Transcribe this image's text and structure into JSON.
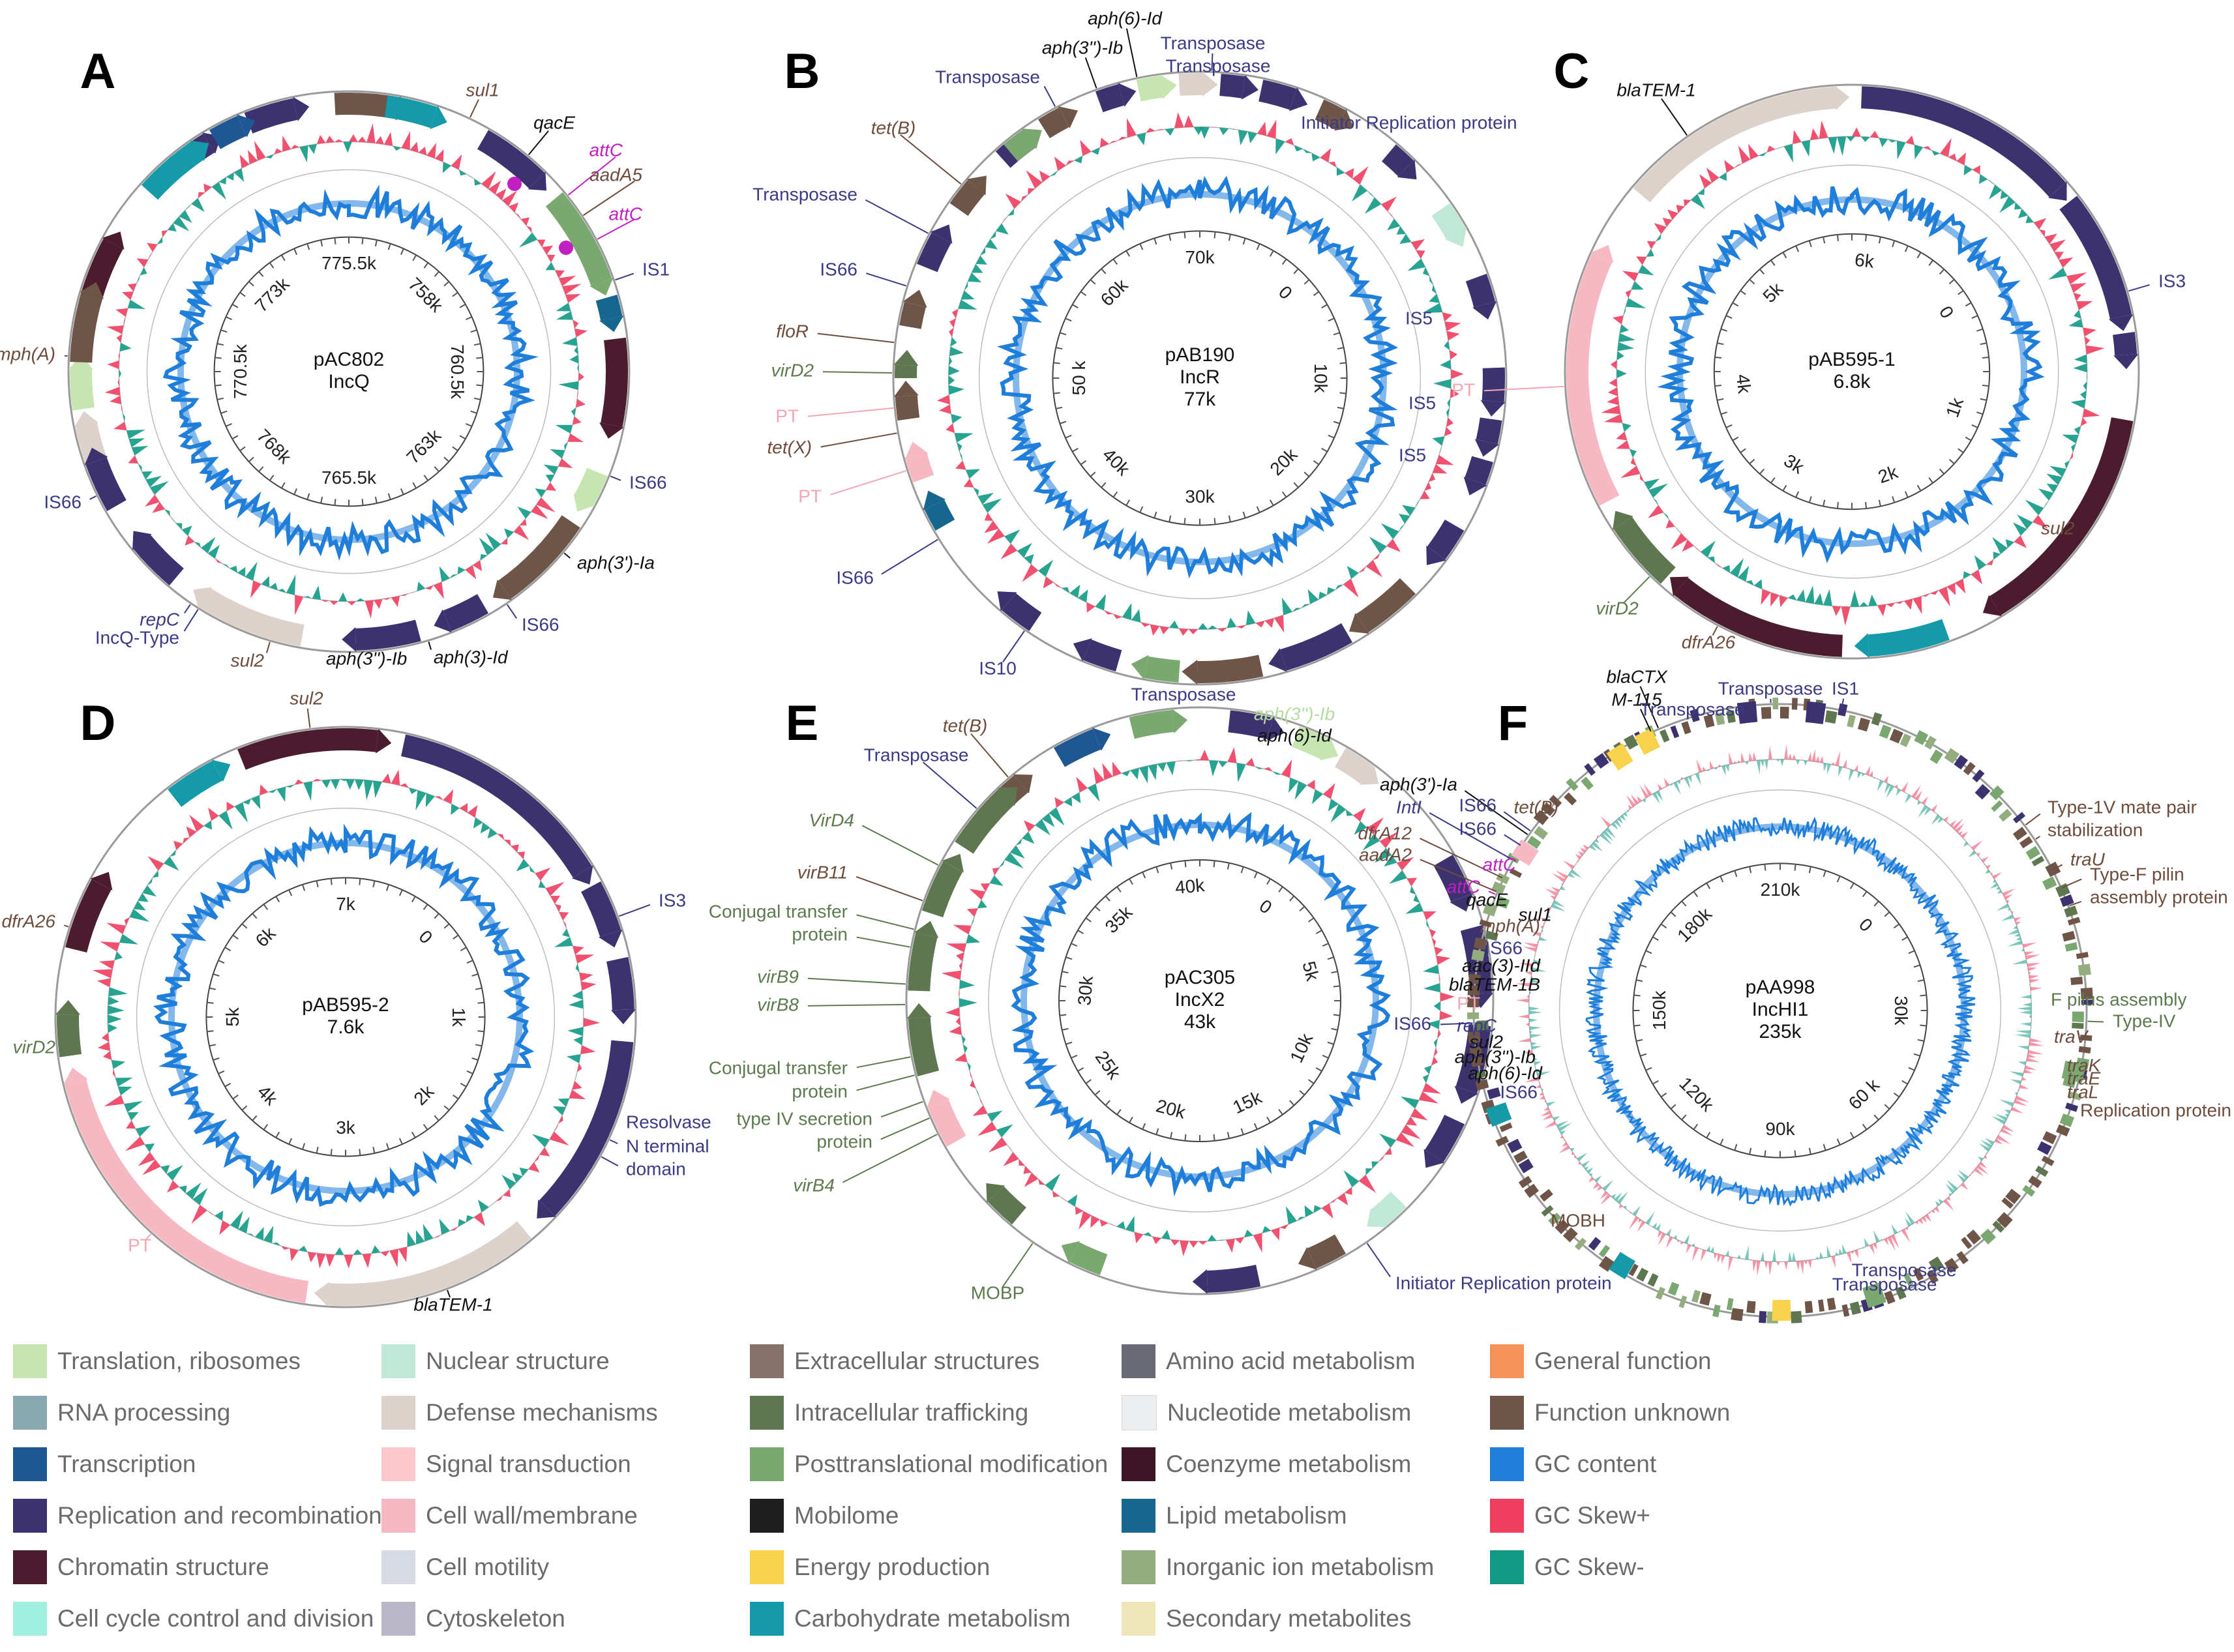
{
  "colors": {
    "replication": "#3d3270",
    "coenzyme": "#4a1c2e",
    "unknown": "#6e5548",
    "defense": "#ddd1cb",
    "translation": "#c7e5b0",
    "cellwall": "#f6b8c3",
    "carbohydrate": "#159aaa",
    "lipid": "#17668f",
    "transcription": "#1f5694",
    "intracellular": "#5f7750",
    "posttrans": "#7aa870",
    "nuclear": "#bfe8d6",
    "cellcycle": "#9ff0df",
    "energy": "#f7d24a",
    "inorganic": "#93ad7e",
    "gc": "#1f7ed9",
    "skewpos": "#ef3e5e",
    "skewneg": "#109985",
    "label_blue": "#3b3a85",
    "label_brown": "#6d4c3d",
    "label_green": "#5d7a4e",
    "label_pink": "#f4a6b3",
    "label_magenta": "#c21fc2",
    "label_black": "#111111"
  },
  "panels": [
    {
      "letter": "A",
      "name": "pAC802",
      "group": "IncQ",
      "size": "",
      "ticks": [
        "773k",
        "775.5k",
        "758k",
        "760.5k",
        "763k",
        "765.5k",
        "768k",
        "770.5k"
      ],
      "labels": [
        {
          "text": "sul1",
          "color": "label_brown",
          "italic": true
        },
        {
          "text": "qacE",
          "color": "label_black",
          "italic": true
        },
        {
          "text": "attC",
          "color": "label_magenta",
          "italic": true
        },
        {
          "text": "aadA5",
          "color": "label_brown",
          "italic": true
        },
        {
          "text": "attC",
          "color": "label_magenta",
          "italic": true
        },
        {
          "text": "IS1",
          "color": "label_blue",
          "italic": false
        },
        {
          "text": "IS66",
          "color": "label_blue",
          "italic": false
        },
        {
          "text": "aph(3')-Ia",
          "color": "label_black",
          "italic": true
        },
        {
          "text": "IS66",
          "color": "label_blue",
          "italic": false
        },
        {
          "text": "aph(3)-Id",
          "color": "label_black",
          "italic": true
        },
        {
          "text": "aph(3'')-Ib",
          "color": "label_black",
          "italic": true
        },
        {
          "text": "sul2",
          "color": "label_brown",
          "italic": true
        },
        {
          "text": "repC",
          "color": "label_blue",
          "italic": true
        },
        {
          "text": "IncQ-Type",
          "color": "label_blue",
          "italic": false
        },
        {
          "text": "IS66",
          "color": "label_blue",
          "italic": false
        },
        {
          "text": "mph(A)",
          "color": "label_brown",
          "italic": true
        }
      ]
    },
    {
      "letter": "B",
      "name": "pAB190",
      "group": "IncR",
      "size": "77k",
      "ticks": [
        "60k",
        "70k",
        "0",
        "10k",
        "20k",
        "30k",
        "40k",
        "50 k"
      ],
      "labels": [
        {
          "text": "aph(6)-Id",
          "color": "label_black",
          "italic": true
        },
        {
          "text": "aph(3'')-Ib",
          "color": "label_black",
          "italic": true
        },
        {
          "text": "Transposase",
          "color": "label_blue",
          "italic": false
        },
        {
          "text": "Transposase",
          "color": "label_blue",
          "italic": false
        },
        {
          "text": "Transposase",
          "color": "label_blue",
          "italic": false
        },
        {
          "text": "tet(B)",
          "color": "label_brown",
          "italic": true
        },
        {
          "text": "Initiator Replication protein",
          "color": "label_blue",
          "italic": false
        },
        {
          "text": "Transposase",
          "color": "label_blue",
          "italic": false
        },
        {
          "text": "IS66",
          "color": "label_blue",
          "italic": false
        },
        {
          "text": "floR",
          "color": "label_brown",
          "italic": true
        },
        {
          "text": "virD2",
          "color": "label_green",
          "italic": true
        },
        {
          "text": "PT",
          "color": "label_pink",
          "italic": false
        },
        {
          "text": "tet(X)",
          "color": "label_brown",
          "italic": true
        },
        {
          "text": "PT",
          "color": "label_pink",
          "italic": false
        },
        {
          "text": "IS66",
          "color": "label_blue",
          "italic": false
        },
        {
          "text": "IS10",
          "color": "label_blue",
          "italic": false
        },
        {
          "text": "IS5",
          "color": "label_blue",
          "italic": false
        },
        {
          "text": "IS5",
          "color": "label_blue",
          "italic": false
        },
        {
          "text": "IS5",
          "color": "label_blue",
          "italic": false
        }
      ]
    },
    {
      "letter": "C",
      "name": "pAB595-1",
      "group": "6.8k",
      "size": "",
      "ticks": [
        "5k",
        "6k",
        "0",
        "1k",
        "2k",
        "3k",
        "4k"
      ],
      "labels": [
        {
          "text": "blaTEM-1",
          "color": "label_black",
          "italic": true
        },
        {
          "text": "IS3",
          "color": "label_blue",
          "italic": false
        },
        {
          "text": "PT",
          "color": "label_pink",
          "italic": false
        },
        {
          "text": "sul2",
          "color": "label_brown",
          "italic": true
        },
        {
          "text": "virD2",
          "color": "label_green",
          "italic": true
        },
        {
          "text": "dfrA26",
          "color": "label_brown",
          "italic": true
        }
      ]
    },
    {
      "letter": "D",
      "name": "pAB595-2",
      "group": "7.6k",
      "size": "",
      "ticks": [
        "6k",
        "7k",
        "0",
        "1k",
        "2k",
        "3k",
        "4k",
        "5k"
      ],
      "labels": [
        {
          "text": "sul2",
          "color": "label_brown",
          "italic": true
        },
        {
          "text": "IS3",
          "color": "label_blue",
          "italic": false
        },
        {
          "text": "dfrA26",
          "color": "label_brown",
          "italic": true
        },
        {
          "text": "virD2",
          "color": "label_green",
          "italic": true
        },
        {
          "text": "Resolvase",
          "color": "label_blue",
          "italic": false
        },
        {
          "text": "N terminal",
          "color": "label_blue",
          "italic": false
        },
        {
          "text": "domain",
          "color": "label_blue",
          "italic": false
        },
        {
          "text": "PT",
          "color": "label_pink",
          "italic": false
        },
        {
          "text": "blaTEM-1",
          "color": "label_black",
          "italic": true
        }
      ]
    },
    {
      "letter": "E",
      "name": "pAC305",
      "group": "IncX2",
      "size": "43k",
      "ticks": [
        "35k",
        "40k",
        "0",
        "5k",
        "10k",
        "15k",
        "20k",
        "25k",
        "30k"
      ],
      "labels": [
        {
          "text": "Transposase",
          "color": "label_blue",
          "italic": false
        },
        {
          "text": "aph(3'')-Ib",
          "color": "label_translation",
          "italic": true
        },
        {
          "text": "aph(6)-Id",
          "color": "label_black",
          "italic": true
        },
        {
          "text": "tet(B)",
          "color": "label_brown",
          "italic": true
        },
        {
          "text": "Transposase",
          "color": "label_blue",
          "italic": false
        },
        {
          "text": "VirD4",
          "color": "label_green",
          "italic": true
        },
        {
          "text": "virB11",
          "color": "label_brown",
          "italic": true
        },
        {
          "text": "Conjugal transfer",
          "color": "label_green",
          "italic": false
        },
        {
          "text": "protein",
          "color": "label_green",
          "italic": false
        },
        {
          "text": "virB9",
          "color": "label_green",
          "italic": true
        },
        {
          "text": "virB8",
          "color": "label_green",
          "italic": true
        },
        {
          "text": "Conjugal transfer",
          "color": "label_green",
          "italic": false
        },
        {
          "text": "protein",
          "color": "label_green",
          "italic": false
        },
        {
          "text": "type IV secretion",
          "color": "label_green",
          "italic": false
        },
        {
          "text": "protein",
          "color": "label_green",
          "italic": false
        },
        {
          "text": "virB4",
          "color": "label_green",
          "italic": true
        },
        {
          "text": "MOBP",
          "color": "label_green",
          "italic": false
        },
        {
          "text": "Initiator Replication protein",
          "color": "label_blue",
          "italic": false
        }
      ]
    },
    {
      "letter": "F",
      "name": "pAA998",
      "group": "IncHI1",
      "size": "235k",
      "ticks": [
        "180k",
        "210k",
        "0",
        "30k",
        "60 k",
        "90k",
        "120k",
        "150k"
      ],
      "labels": [
        {
          "text": "blaCTX",
          "color": "label_black",
          "italic": true
        },
        {
          "text": "M-115",
          "color": "label_black",
          "italic": true
        },
        {
          "text": "Transposase",
          "color": "label_blue",
          "italic": false
        },
        {
          "text": "Transposase",
          "color": "label_blue",
          "italic": false
        },
        {
          "text": "IS1",
          "color": "label_blue",
          "italic": false
        },
        {
          "text": "aph(3')-Ia",
          "color": "label_black",
          "italic": true
        },
        {
          "text": "IS66",
          "color": "label_blue",
          "italic": false
        },
        {
          "text": "tet(B)",
          "color": "label_brown",
          "italic": true
        },
        {
          "text": "IntI",
          "color": "label_blue",
          "italic": true
        },
        {
          "text": "IS66",
          "color": "label_blue",
          "italic": false
        },
        {
          "text": "dfrA12",
          "color": "label_brown",
          "italic": true
        },
        {
          "text": "aadA2",
          "color": "label_brown",
          "italic": true
        },
        {
          "text": "attC",
          "color": "label_magenta",
          "italic": true
        },
        {
          "text": "attC",
          "color": "label_magenta",
          "italic": true
        },
        {
          "text": "qacE",
          "color": "label_black",
          "italic": true
        },
        {
          "text": "sul1",
          "color": "label_black",
          "italic": true
        },
        {
          "text": "mph(A)",
          "color": "label_brown",
          "italic": true
        },
        {
          "text": "IS66",
          "color": "label_blue",
          "italic": false
        },
        {
          "text": "aac(3)-IId",
          "color": "label_black",
          "italic": true
        },
        {
          "text": "blaTEM-1B",
          "color": "label_black",
          "italic": true
        },
        {
          "text": "PT",
          "color": "label_pink",
          "italic": false
        },
        {
          "text": "IS66",
          "color": "label_blue",
          "italic": false
        },
        {
          "text": "repC",
          "color": "label_blue",
          "italic": true
        },
        {
          "text": "sul2",
          "color": "label_black",
          "italic": true
        },
        {
          "text": "aph(3'')-Ib",
          "color": "label_black",
          "italic": true
        },
        {
          "text": "aph(6)-Id",
          "color": "label_black",
          "italic": true
        },
        {
          "text": "IS66",
          "color": "label_blue",
          "italic": false
        },
        {
          "text": "Type-1V mate pair",
          "color": "label_brown",
          "italic": false
        },
        {
          "text": "stabilization",
          "color": "label_brown",
          "italic": false
        },
        {
          "text": "traU",
          "color": "label_brown",
          "italic": true
        },
        {
          "text": "Type-F pilin",
          "color": "label_brown",
          "italic": false
        },
        {
          "text": "assembly protein",
          "color": "label_brown",
          "italic": false
        },
        {
          "text": "F pilus assembly",
          "color": "label_green",
          "italic": false
        },
        {
          "text": "Type-IV",
          "color": "label_green",
          "italic": false
        },
        {
          "text": "traV",
          "color": "label_brown",
          "italic": true
        },
        {
          "text": "traK",
          "color": "label_brown",
          "italic": true
        },
        {
          "text": "traE",
          "color": "label_brown",
          "italic": true
        },
        {
          "text": "traL",
          "color": "label_brown",
          "italic": true
        },
        {
          "text": "Replication protein",
          "color": "label_brown",
          "italic": false
        },
        {
          "text": "MOBH",
          "color": "label_brown",
          "italic": false
        },
        {
          "text": "Transposase",
          "color": "label_blue",
          "italic": false
        },
        {
          "text": "Transposase",
          "color": "label_blue",
          "italic": false
        }
      ]
    }
  ],
  "legend": [
    {
      "label": "Translation, ribosomes",
      "color": "#c7e5b0"
    },
    {
      "label": "RNA processing",
      "color": "#89a8b2"
    },
    {
      "label": "Transcription",
      "color": "#1f5694"
    },
    {
      "label": "Replication and recombination",
      "color": "#3d3270"
    },
    {
      "label": "Chromatin structure",
      "color": "#4a1c2e"
    },
    {
      "label": "Cell cycle control and division",
      "color": "#9ff0df"
    },
    {
      "label": "Nuclear structure",
      "color": "#bfe8d6"
    },
    {
      "label": "Defense mechanisms",
      "color": "#ddd1cb"
    },
    {
      "label": "Signal transduction",
      "color": "#fcc8cc"
    },
    {
      "label": "Cell wall/membrane",
      "color": "#f6b8c3"
    },
    {
      "label": "Cell motility",
      "color": "#d6dae2"
    },
    {
      "label": "Cytoskeleton",
      "color": "#b9b6c7"
    },
    {
      "label": "Extracellular structures",
      "color": "#867269"
    },
    {
      "label": "Intracellular trafficking",
      "color": "#5f7750"
    },
    {
      "label": "Posttranslational modification",
      "color": "#7aa870"
    },
    {
      "label": "Mobilome",
      "color": "#1e1e1e"
    },
    {
      "label": "Energy production",
      "color": "#f7d24a"
    },
    {
      "label": "Carbohydrate metabolism",
      "color": "#159aaa"
    },
    {
      "label": "Amino acid metabolism",
      "color": "#6a6a76"
    },
    {
      "label": "Nucleotide metabolism",
      "color": "#eceef0"
    },
    {
      "label": "Coenzyme metabolism",
      "color": "#3e1524"
    },
    {
      "label": "Lipid metabolism",
      "color": "#17668f"
    },
    {
      "label": "Inorganic ion metabolism",
      "color": "#93ad7e"
    },
    {
      "label": "Secondary metabolites",
      "color": "#efe6b8"
    },
    {
      "label": "General function",
      "color": "#f7925a"
    },
    {
      "label": "Function unknown",
      "color": "#6e5548"
    },
    {
      "label": "GC content",
      "color": "#1f7ed9"
    },
    {
      "label": "GC Skew+",
      "color": "#ef3e5e"
    },
    {
      "label": "GC Skew-",
      "color": "#109985"
    }
  ]
}
